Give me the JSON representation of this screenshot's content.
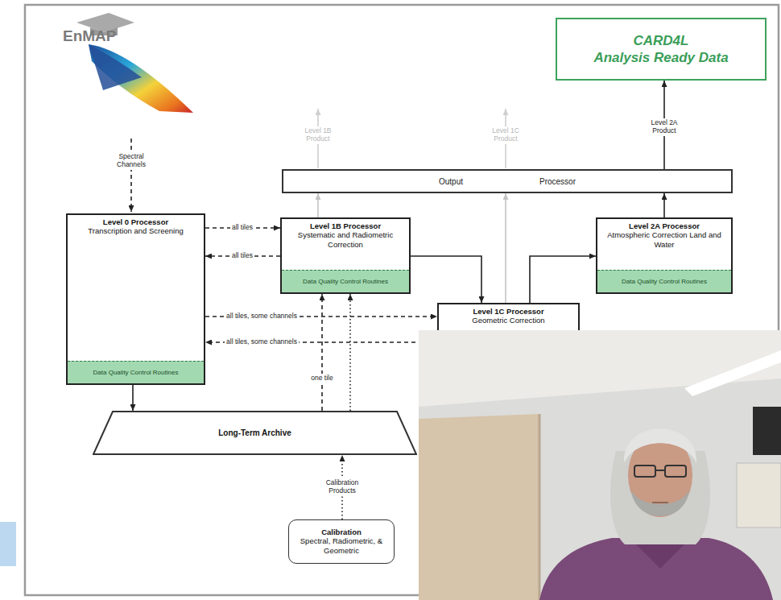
{
  "diagram": {
    "nodes": [
      {
        "text": [
          "CARD4L",
          "Analysis Ready Data"
        ]
      },
      {
        "text": [
          "Output",
          "Processor"
        ]
      },
      {
        "text": [
          "Level 0 Processor",
          "Transcription and Screening"
        ]
      },
      {
        "text": [
          "Data Quality Control Routines"
        ],
        "in": 2
      },
      {
        "text": [
          "Level 1B Processor",
          "Systematic and Radiometric Correction"
        ]
      },
      {
        "text": [
          "Data Quality Control Routines"
        ],
        "in": 4
      },
      {
        "text": [
          "Level 2A Processor",
          "Atmospheric Correction Land and Water"
        ]
      },
      {
        "text": [
          "Data Quality Control Routines"
        ],
        "in": 6
      },
      {
        "text": [
          "Level 1C Processor",
          "Geometric Correction"
        ]
      },
      {
        "text": [
          "Long-Term Archive"
        ]
      },
      {
        "text": [
          "Calibration",
          "Spectral, Radiometric, & Geometric"
        ]
      }
    ],
    "edges": [
      {
        "from": 2,
        "to": 4,
        "arrow": "to",
        "label": "all tiles"
      },
      {
        "from": 4,
        "to": 2,
        "arrow": "to",
        "label": "all tiles"
      },
      {
        "from": 2,
        "to": 8,
        "arrow": "to",
        "label": "all tiles, some channels"
      },
      {
        "from": 8,
        "to": 2,
        "arrow": "to",
        "label": "all tiles, some channels"
      },
      {
        "from": 4,
        "to": 8,
        "arrow": "to"
      },
      {
        "from": 8,
        "to": 6,
        "arrow": "to"
      },
      {
        "from": 6,
        "to": 1,
        "arrow": "to"
      },
      {
        "from": 1,
        "to": 0,
        "arrow": "to",
        "label": "Level 2A Product"
      },
      {
        "from": 4,
        "to": 1,
        "arrow": "to"
      },
      {
        "from": 8,
        "to": 1,
        "arrow": "to"
      },
      {
        "from": 2,
        "to": 9,
        "arrow": "to"
      },
      {
        "from": 9,
        "to": 4,
        "arrow": "to",
        "label": "one tile"
      },
      {
        "from": 9,
        "to": 4,
        "arrow": "to"
      },
      {
        "from": 10,
        "to": 9,
        "arrow": "to",
        "label": "Calibration Products"
      }
    ],
    "labels": [
      "EnMAP",
      "Spectral Channels",
      "Level 1B Product",
      "Level 1C Product"
    ]
  }
}
